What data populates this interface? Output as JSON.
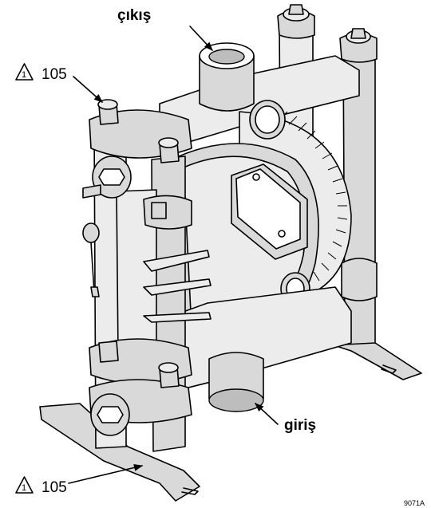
{
  "labels": {
    "outlet": "çıkış",
    "inlet": "giriş",
    "callout_top_number": "105",
    "callout_bottom_number": "105",
    "warning_symbol_number": "1",
    "figure_id": "9071A"
  },
  "icons": {
    "callout_symbol": "warning-triangle-icon",
    "arrow": "arrow-icon"
  },
  "colors": {
    "line": "#000000",
    "body_fill": "#d9d9d9",
    "background": "#ffffff"
  }
}
